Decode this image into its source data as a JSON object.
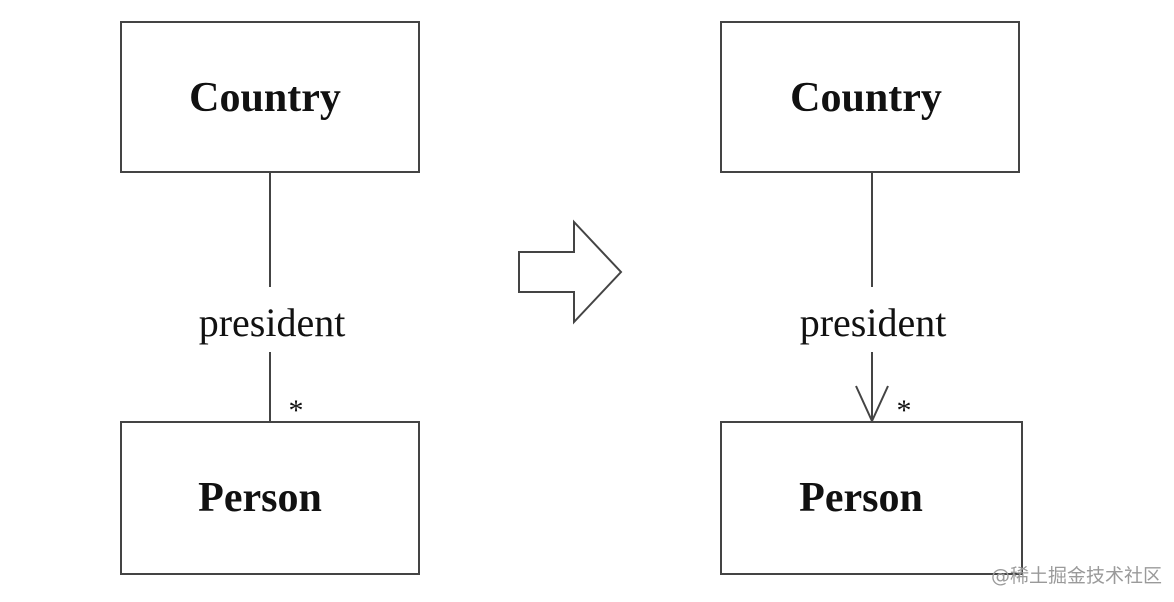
{
  "left_diagram": {
    "top_class": "Country",
    "bottom_class": "Person",
    "role": "president",
    "multiplicity": "*"
  },
  "right_diagram": {
    "top_class": "Country",
    "bottom_class": "Person",
    "role": "president",
    "multiplicity": "*"
  },
  "transition_icon": "right-arrow-icon",
  "watermark": "@稀土掘金技术社区",
  "colors": {
    "stroke": "#444444",
    "text": "#111111",
    "watermark": "#9a9a9a",
    "background": "#ffffff"
  }
}
